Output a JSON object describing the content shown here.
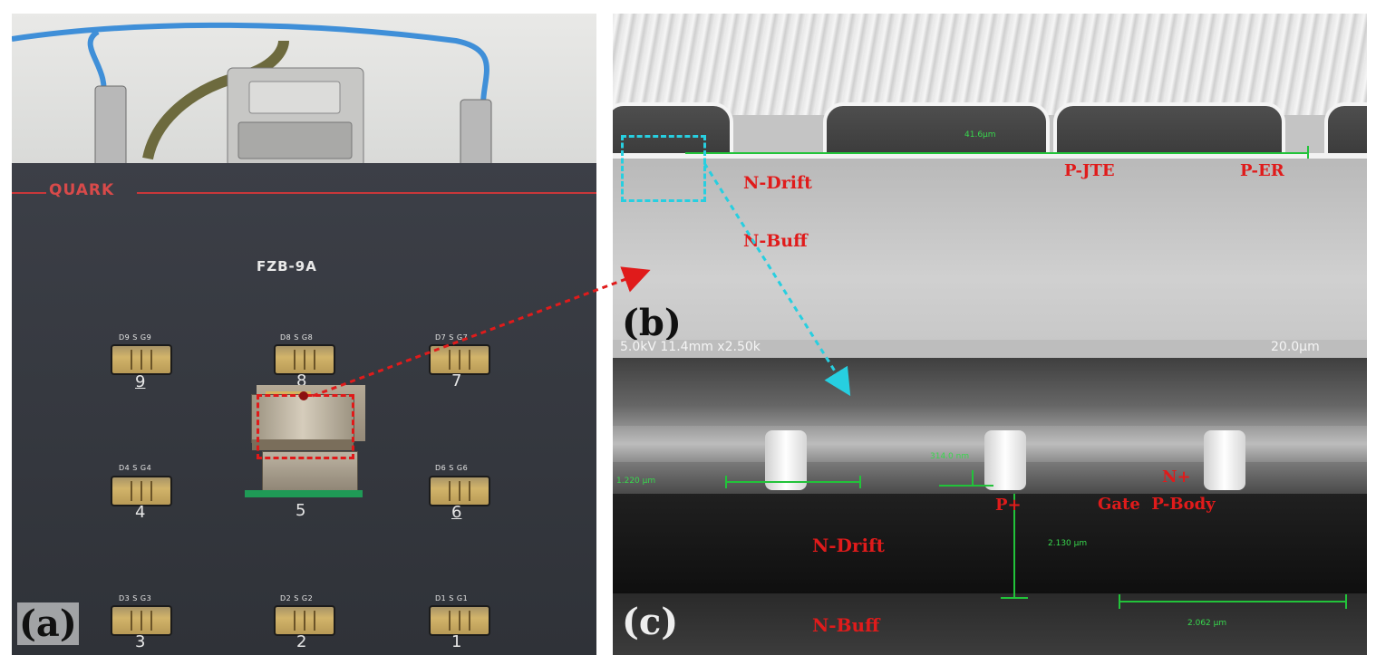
{
  "panel_a": {
    "tag": "(a)",
    "brand": "QUARK",
    "model": "FZB-9A",
    "sockets": [
      {
        "label": "D9  S  G9",
        "number": "9",
        "underline": true
      },
      {
        "label": "D8  S  G8",
        "number": "8",
        "underline": false
      },
      {
        "label": "D7  S  G7",
        "number": "7",
        "underline": false
      },
      {
        "label": "D4  S  G4",
        "number": "4",
        "underline": false
      },
      {
        "label": "",
        "number": "5",
        "underline": false
      },
      {
        "label": "D6  S  G6",
        "number": "6",
        "underline": true
      },
      {
        "label": "D3  S  G3",
        "number": "3",
        "underline": false
      },
      {
        "label": "D2  S  G2",
        "number": "2",
        "underline": false
      },
      {
        "label": "D1  S  G1",
        "number": "1",
        "underline": false
      }
    ]
  },
  "panel_b": {
    "tag": "(b)",
    "labels": {
      "n_drift": "N-Drift",
      "n_buff": "N-Buff",
      "p_jte": "P-JTE",
      "p_er": "P-ER"
    },
    "measure": "41.6µm",
    "footer_left": "5.0kV 11.4mm x2.50k",
    "footer_right": "20.0µm"
  },
  "panel_c": {
    "tag": "(c)",
    "labels": {
      "n_plus": "N+",
      "gate_pbody": "Gate  P-Body",
      "p_plus": "P+",
      "n_drift": "N-Drift",
      "n_buff": "N-Buff"
    },
    "measures": {
      "m1": "1.220 µm",
      "m2": "314.0 nm",
      "m3": "2.130 µm",
      "m4": "2.062 µm"
    }
  },
  "colors": {
    "annotation_red": "#e01b1b",
    "measure_green": "#22c33a",
    "zoom_cyan": "#27cfe0"
  }
}
